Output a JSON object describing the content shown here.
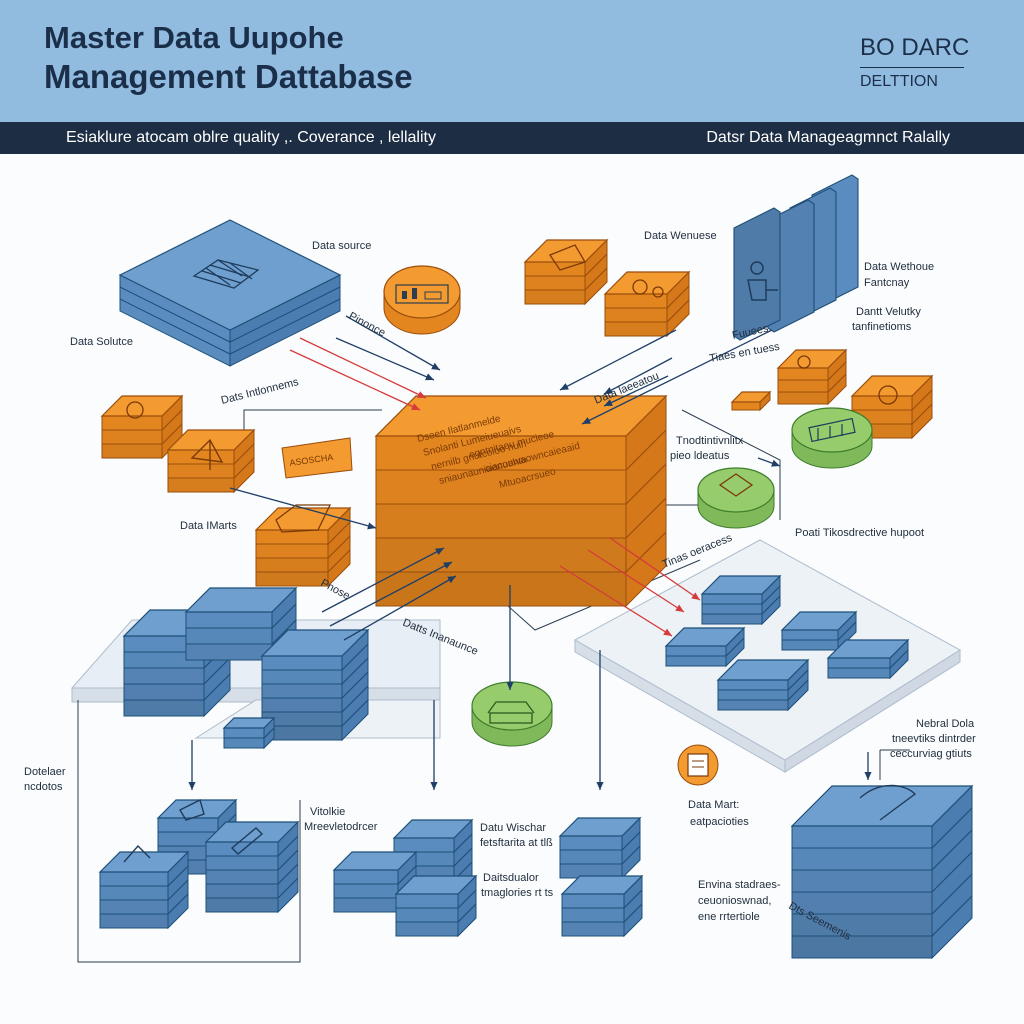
{
  "header": {
    "title_line1": "Master Data Uupohe",
    "title_line2": "Management Dattabase",
    "brand_name": "BO DARC",
    "brand_sub": "DELTTION"
  },
  "banner": {
    "left_text": "Esiaklure atocam oblre quality ,. Coverance , lellality",
    "right_text": "Datsr Data Manageagmnct Ralally"
  },
  "colors": {
    "header_bg": "#91bcdf",
    "banner_bg": "#1d2e44",
    "blue_box": "#6f9fce",
    "orange_box": "#f39a30",
    "green_box": "#96cc6b",
    "arrow_red": "#d63b3b",
    "arrow_navy": "#1f3f66"
  },
  "icons": {
    "source_grid": "grid-icon",
    "warehouse_box": "chart-board-icon",
    "hub_pins": "gear-icon",
    "store": "storefront-icon",
    "doc": "document-icon",
    "pencil": "pencil-icon"
  },
  "labels": {
    "data_source_top": "Data source",
    "data_source_left": "Data Solutce",
    "data_warehouse_top": "Data Wenuese",
    "data_warehouse_right_1": "Data Wethoue",
    "data_warehouse_right_2": "Fantcnay",
    "data_quality_1": "Dantt Velutky",
    "data_quality_2": "tanfinetioms",
    "ribbon_right_a": "Fuuees",
    "ribbon_right_b": "Tiaes en tuess",
    "data_marts_left": "Data IMarts",
    "arrow_label_1": "Dats Intlonnems",
    "arrow_label_2": "Pinonce",
    "arrow_label_3": "Pnose",
    "arrow_label_4": "Datts Inanaunce",
    "arrow_label_5": "Data laeeatou",
    "arrow_label_6": "Tinas oeracess",
    "right_mid_1": "Tnodtintivnlitx",
    "right_mid_2": "pieo ldeatus",
    "right_panel": "Poati Tikosdrective hupoot",
    "neural_1": "Nebral Dola",
    "neural_2": "tneevtiks dintrder",
    "neural_3": "ceccurviag gtiuts",
    "bottom_left_1": "Dotelaer",
    "bottom_left_2": "ncdotos",
    "bottom_mid_1": "Vitolkie",
    "bottom_mid_2": "Mreevletodrcer",
    "bottom_center_1": "Datu Wischar",
    "bottom_center_2": "fetsftarita at tlß",
    "bottom_center_3": "Daitsdualor",
    "bottom_center_4": "tmaglories rt ts",
    "data_mart_right_1": "Data Mart:",
    "data_mart_right_2": "eatpacioties",
    "bottom_right_1": "Envina stadraes-",
    "bottom_right_2": "ceuonioswnad,",
    "bottom_right_3": "ene rrtertiole",
    "bottom_right_4": "Dts Seemenis",
    "hub_text_1": "Dseen Ilatlanmelde",
    "hub_text_2": "Snolanti Lumeiueuaivs",
    "hub_text_3": "nernilb gnutcoioo nuih",
    "hub_text_4": "sniaunauniaenuahta",
    "hub_text_5": "eqntnitaeu mucieoe",
    "hub_text_6": "ciacouwaowncaieaaid",
    "hub_text_7": "Mtuoacrsueo",
    "tag_text": "ASOSCHA"
  }
}
